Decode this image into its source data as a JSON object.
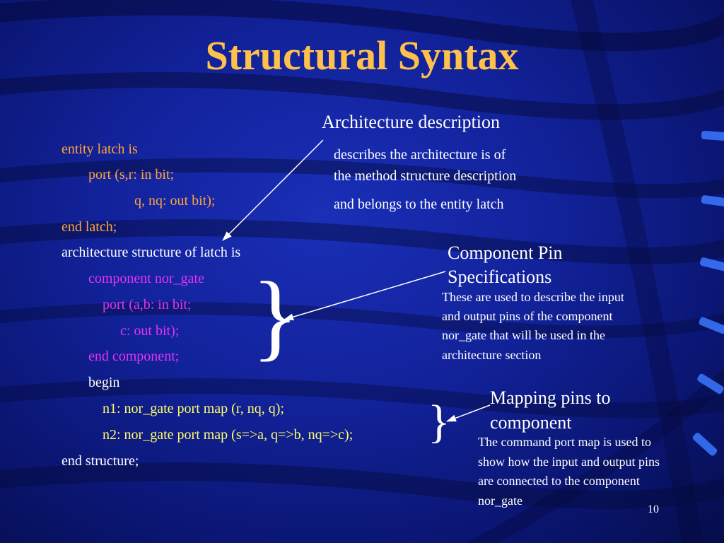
{
  "slide": {
    "title": "Structural Syntax",
    "page_number": "10"
  },
  "code": {
    "l1": "entity latch is",
    "l2": "port (s,r: in bit;",
    "l3": "q, nq: out bit);",
    "l4": "end latch;",
    "l5": "architecture structure of latch is",
    "l6": "component nor_gate",
    "l7": "port (a,b: in bit;",
    "l8": "c: out bit);",
    "l9": "end component;",
    "l10": "begin",
    "l11": "n1: nor_gate port map (r, nq, q);",
    "l12": "n2: nor_gate port map (s=>a, q=>b, nq=>c);",
    "l13": "end structure;"
  },
  "notes": {
    "architecture": {
      "heading": "Architecture description",
      "line1": "describes the architecture is of",
      "line2": "the method structure description",
      "line3": "and belongs to the entity latch"
    },
    "component_pins": {
      "heading1": "Component Pin",
      "heading2": "Specifications",
      "line1": "These are used to describe the input",
      "line2": "and output pins of the component",
      "line3": "nor_gate that will be used in the",
      "line4": "architecture section"
    },
    "mapping": {
      "heading1": "Mapping pins to",
      "heading2": "component",
      "line1": "The command port map is used to",
      "line2": "show how the input and output pins",
      "line3": "are connected to the component",
      "line4": "nor_gate"
    }
  },
  "braces": {
    "glyph": "}"
  },
  "colors": {
    "title": "#ffc04c",
    "entity_code": "#ffa33a",
    "component_code": "#e533f5",
    "port_map_code": "#ffff66",
    "text": "#ffffff",
    "background": "#12229a"
  }
}
